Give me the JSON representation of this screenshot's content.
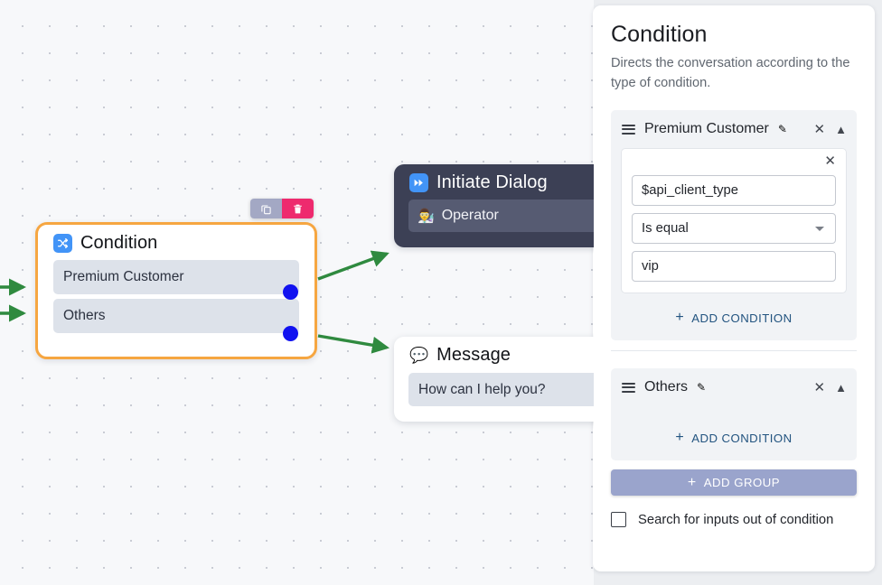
{
  "canvas": {
    "nodes": {
      "condition": {
        "title": "Condition",
        "icon": "shuffle-icon",
        "branches": [
          {
            "label": "Premium Customer"
          },
          {
            "label": "Others"
          }
        ]
      },
      "initiate_dialog": {
        "title": "Initiate Dialog",
        "icon": "fast-forward-icon",
        "row_label": "Operator",
        "row_icon": "operator-emoji"
      },
      "message": {
        "title": "Message",
        "icon": "speech-bubble-icon",
        "row_label": "How can I help you?"
      }
    },
    "toolbar": {
      "copy_icon": "copy-icon",
      "delete_icon": "trash-icon"
    }
  },
  "panel": {
    "title": "Condition",
    "description": "Directs the conversation according to the type of condition.",
    "groups": [
      {
        "name": "Premium Customer",
        "edit_icon": "pencil-icon",
        "close_icon": "close-icon",
        "collapse_icon": "chevron-up-icon",
        "conditions": [
          {
            "close_icon": "close-icon",
            "variable": "$api_client_type",
            "operator": "Is equal",
            "value": "vip"
          }
        ],
        "add_condition_label": "ADD CONDITION"
      },
      {
        "name": "Others",
        "edit_icon": "pencil-icon",
        "close_icon": "close-icon",
        "collapse_icon": "chevron-up-icon",
        "conditions": [],
        "add_condition_label": "ADD CONDITION"
      }
    ],
    "add_group_label": "ADD GROUP",
    "search_checkbox_label": "Search for inputs out of condition",
    "plus_glyph": "+"
  },
  "colors": {
    "node_selected_border": "#f6a641",
    "edge_green": "#2f8a3f",
    "output_dot_blue": "#1112f0",
    "icon_blue": "#4294f7",
    "delete_pink": "#ee2a6e",
    "copy_grey": "#a3a8c4",
    "add_group_periwinkle": "#9aa4cc",
    "link_blue": "#235480",
    "dark_node": "#3c4055"
  }
}
